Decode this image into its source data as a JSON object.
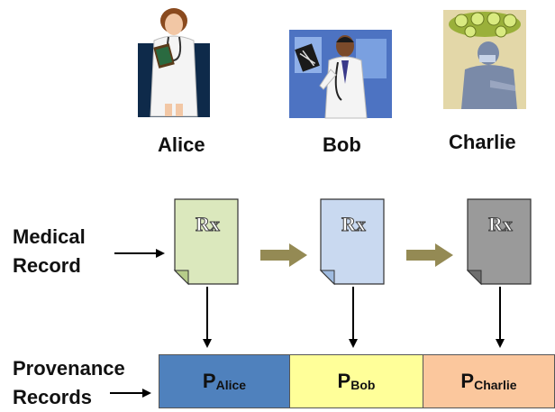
{
  "people": [
    {
      "name": "Alice",
      "record_color": "#dbe8bd",
      "record_fold": "#b7cd8a",
      "provenance_color": "#4f81bd"
    },
    {
      "name": "Bob",
      "record_color": "#c9d9f0",
      "record_fold": "#9fbbe0",
      "provenance_color": "#ffff99"
    },
    {
      "name": "Charlie",
      "record_color": "#9a9a9a",
      "record_fold": "#6f6f6f",
      "provenance_color": "#fbc79d"
    }
  ],
  "labels": {
    "medical_record_line1": "Medical",
    "medical_record_line2": "Record",
    "provenance_line1": "Provenance",
    "provenance_line2": "Records"
  },
  "record_symbol": "Rx",
  "provenance": {
    "prefix": "P",
    "cells": [
      {
        "sub": "Alice"
      },
      {
        "sub": "Bob"
      },
      {
        "sub": "Charlie"
      }
    ]
  },
  "flow_arrow_color": "#948a54"
}
